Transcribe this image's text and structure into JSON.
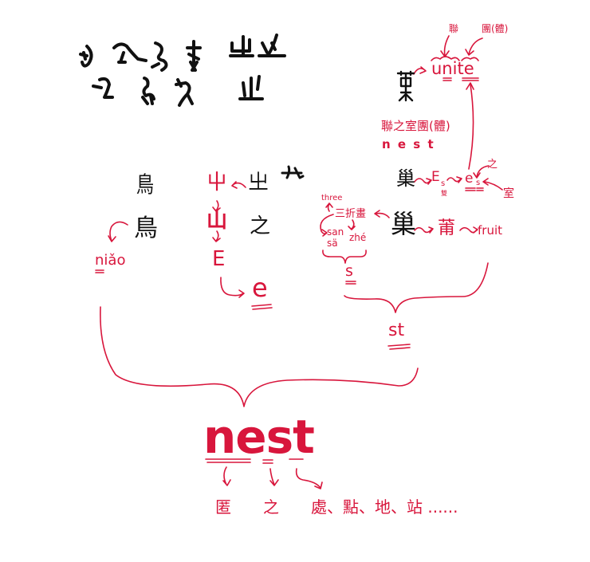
{
  "colors": {
    "accent": "#d8163c",
    "ink": "#111111",
    "background": "#ffffff"
  },
  "oracle_bone": {
    "bird_forms": [
      "bird-glyph-1",
      "bird-glyph-2",
      "bird-glyph-3",
      "bird-glyph-4",
      "bird-glyph-5",
      "bird-glyph-6",
      "bird-glyph-7"
    ],
    "zhi_forms": [
      "zhi-glyph-1",
      "zhi-glyph-2",
      "zhi-glyph-3"
    ]
  },
  "unite_branch": {
    "label_left": "聯",
    "label_right": "團(體)",
    "word": "unite",
    "archaic_glyph": "巢-ancient",
    "gloss_cn": "聯之室團(體)",
    "gloss_en": "n e s t"
  },
  "nest_branch": {
    "seal_glyph": "巢-seal",
    "E": "E",
    "E_sub": "s",
    "E_note": "雙",
    "e": "e",
    "e_sub": "s",
    "zhi": "之",
    "shi": "室",
    "modern": "巢",
    "fu": "莆",
    "fruit": "fruit",
    "three": "three",
    "sanzhe": "三折畫",
    "san": "san",
    "sa": "sä",
    "zhe": "zhé",
    "s": "s",
    "st": "st"
  },
  "bird_branch": {
    "seal": "鳥",
    "modern": "鳥",
    "pinyin": "niǎo"
  },
  "zhi_branch": {
    "red_top": "屮",
    "black_top": "㞢",
    "red_mid": "山",
    "black_mid": "之",
    "E": "E",
    "e": "e"
  },
  "result": {
    "word": "nest",
    "n_gloss": "匿",
    "s_gloss": "之",
    "t_gloss": "處、點、地、站 ......"
  }
}
